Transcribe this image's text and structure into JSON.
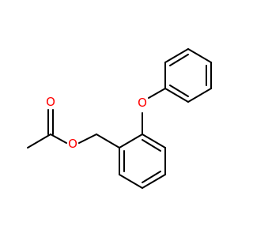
{
  "molecule": {
    "atoms": [
      {
        "id": "carbonyl-oxygen",
        "label": "O"
      },
      {
        "id": "ester-oxygen",
        "label": "O"
      },
      {
        "id": "ether-oxygen",
        "label": "O"
      }
    ]
  },
  "colors": {
    "bond": "#000000",
    "oxygen": "#ff0000",
    "background": "#ffffff"
  }
}
